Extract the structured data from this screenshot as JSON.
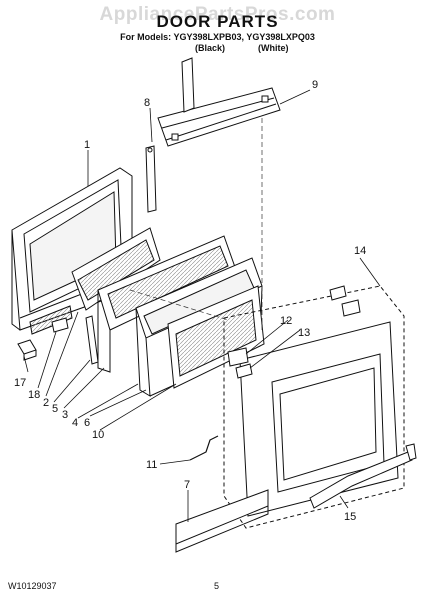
{
  "header": {
    "watermark": "AppliancePartsPros.com",
    "title": "DOOR PARTS",
    "models": "For Models: YGY398LXPB03, YGY398LXPQ03",
    "color_black": "(Black)",
    "color_white": "(White)"
  },
  "callouts": [
    "1",
    "2",
    "3",
    "4",
    "5",
    "6",
    "7",
    "8",
    "9",
    "10",
    "11",
    "12",
    "13",
    "14",
    "15",
    "17",
    "18"
  ],
  "footer": {
    "doc_number": "W10129037",
    "page_number": "5"
  }
}
